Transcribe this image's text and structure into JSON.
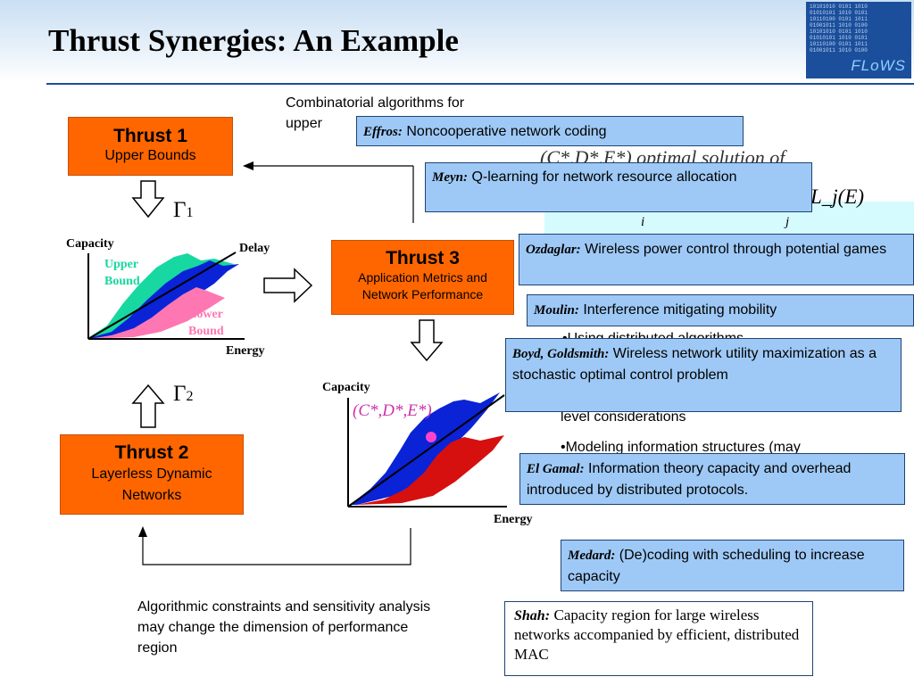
{
  "slide": {
    "title": "Thrust Synergies: An Example",
    "logo_text": "FLoWS"
  },
  "thrusts": {
    "t1_title": "Thrust 1",
    "t1_subtitle": "Upper Bounds",
    "t2_title": "Thrust 2",
    "t2_subtitle": "Layerless Dynamic Networks",
    "t3_title": "Thrust 3",
    "t3_subtitle": "Application Metrics and Network Performance"
  },
  "gammas": {
    "g1": "Γ",
    "g1_sub": "1",
    "g2": "Γ",
    "g2_sub": "2"
  },
  "chart_left": {
    "y_label": "Capacity",
    "z_label": "Delay",
    "x_label": "Energy",
    "upper_label": "Upper Bound",
    "lower_label": "Lower Bound"
  },
  "chart_right": {
    "y_label": "Capacity",
    "x_label": "Energy",
    "point_label": "(C*,D*,E*)"
  },
  "texts": {
    "combinatorial": "Combinatorial algorithms for upper",
    "algorithmic": "Algorithmic constraints and sensitivity analysis may change the dimension of performance region",
    "optimal_partial": "(C*,D*,E*) optimal solution of",
    "math_partial": "L_j(E)",
    "sub_i": "i",
    "sub_j": "j",
    "bullet_partial": "•Using distributed algorithms",
    "level_considerations": "level considerations",
    "modeling_partial": "•Modeling information structures (may"
  },
  "researchers": [
    {
      "name": "Effros:",
      "text": "Noncooperative network coding"
    },
    {
      "name": "Meyn:",
      "text": "Q-learning for network resource allocation"
    },
    {
      "name": "Ozdaglar:",
      "text": "Wireless power control through potential games"
    },
    {
      "name": "Moulin:",
      "text": "Interference mitigating mobility"
    },
    {
      "name": "Boyd, Goldsmith:",
      "text": "Wireless network utility maximization as a stochastic optimal control problem"
    },
    {
      "name": "El Gamal:",
      "text": "Information theory capacity and overhead introduced by distributed protocols."
    },
    {
      "name": "Medard:",
      "text": "(De)coding with scheduling to increase capacity"
    },
    {
      "name": "Shah:",
      "text": "Capacity region for large wireless networks accompanied by efficient, distributed  MAC"
    }
  ],
  "colors": {
    "thrust_orange": "#ff6600",
    "box_blue": "#9ec9f6",
    "upper_green": "#17d8a0",
    "region_blue": "#0a23d6",
    "lower_pink": "#ff77b2",
    "region_red": "#d60f0f",
    "point_magenta": "#ff44cc"
  }
}
